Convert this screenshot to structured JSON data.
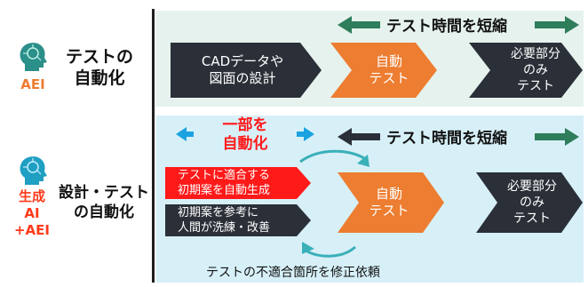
{
  "top": {
    "left_title": [
      "テストの",
      "自動化"
    ],
    "badge": "AEI",
    "banner": "テスト時間を短縮",
    "steps": [
      {
        "label": [
          "CADデータや",
          "図面の設計"
        ]
      },
      {
        "label": [
          "自動",
          "テスト"
        ]
      },
      {
        "label": [
          "必要部分",
          "のみ",
          "テスト"
        ]
      }
    ]
  },
  "bottom": {
    "left_title": [
      "設計・テスト",
      "の自動化"
    ],
    "badge": [
      "生成",
      "AI",
      "+AEI"
    ],
    "partial": [
      "一部を",
      "自動化"
    ],
    "banner": "テスト時間を短縮",
    "box_red": [
      "テストに適合する",
      "初期案を自動生成"
    ],
    "box_dark": [
      "初期案を参考に",
      "人間が洗練・改善"
    ],
    "steps": [
      {
        "label": [
          "自動",
          "テスト"
        ]
      },
      {
        "label": [
          "必要部分",
          "のみ",
          "テスト"
        ]
      }
    ],
    "feedback": "テストの不適合箇所を修正依頼"
  },
  "colors": {
    "dark_chevron": "#2b3038",
    "orange": "#ed7d31",
    "red": "#ff1a1a",
    "green_arrow": "#2e7d5b",
    "blue_arrow": "#1aa3e0",
    "teal_arrow": "#3ab0b8",
    "top_band": "#e6f2ed",
    "bottom_band": "#d7f0f8"
  },
  "icons": [
    "ai-head-icon",
    "ai-head-icon"
  ]
}
